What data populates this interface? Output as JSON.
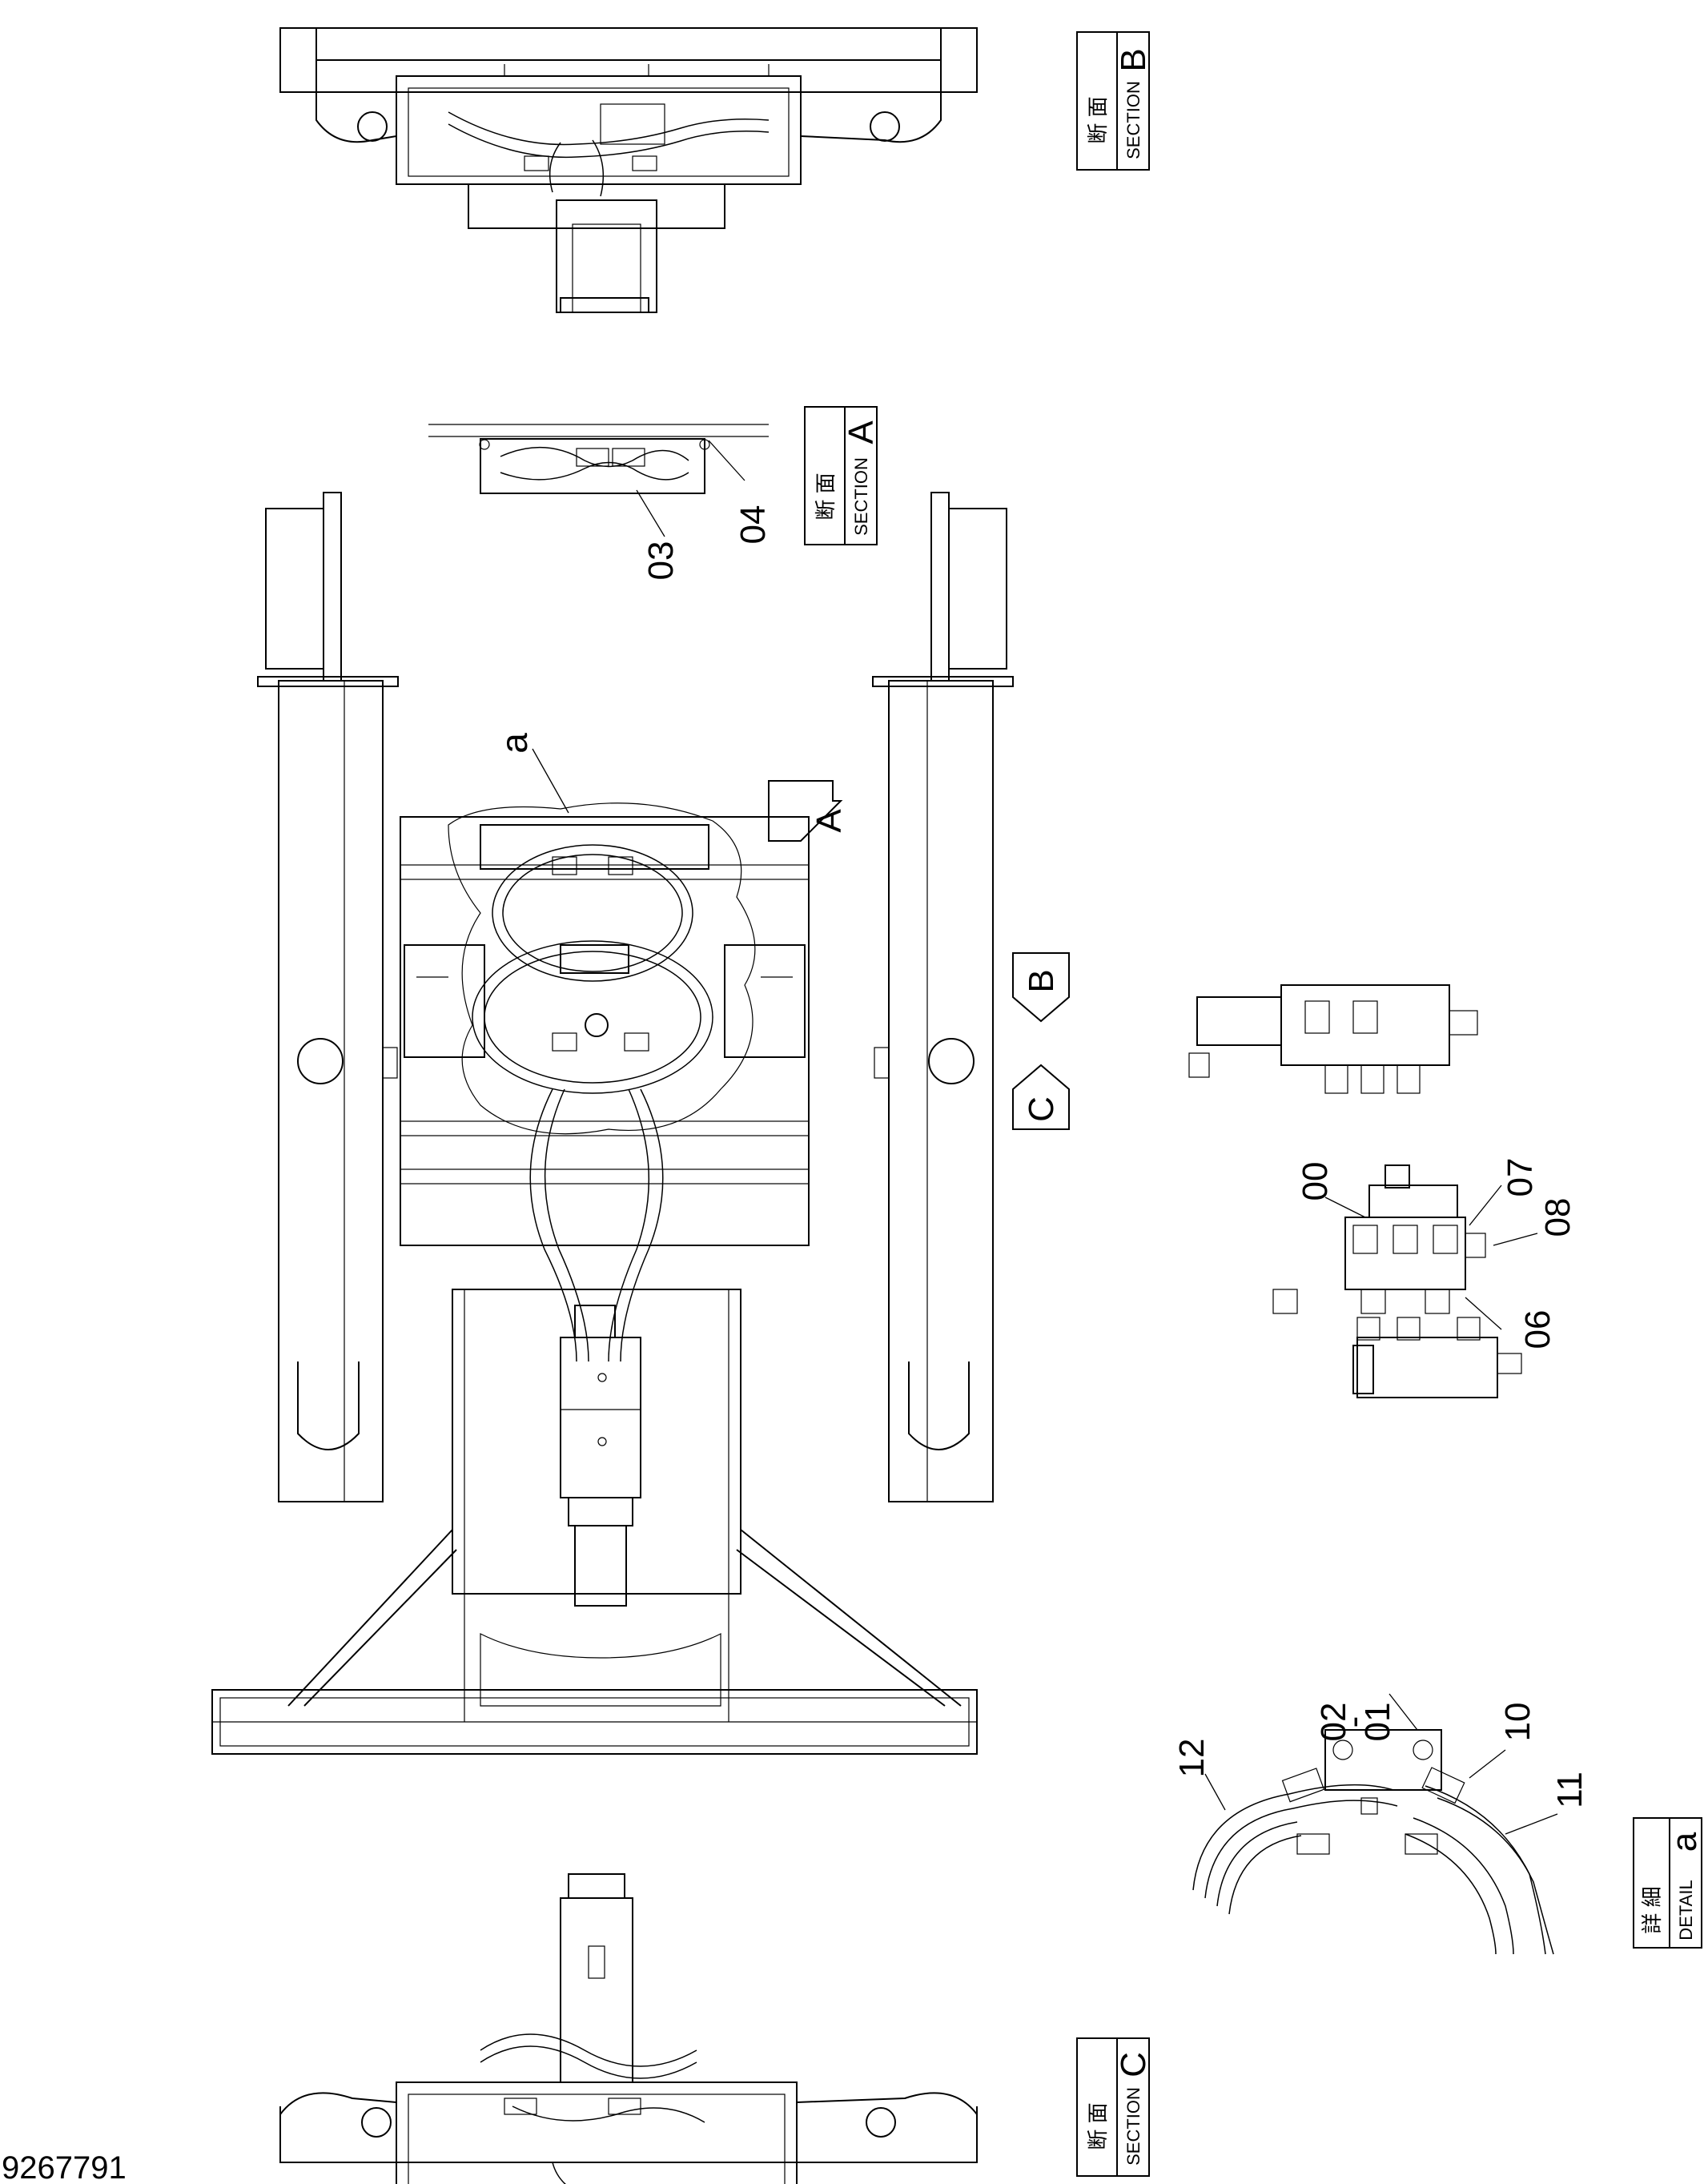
{
  "document_number": "9267791",
  "section_b": {
    "kanji": "断 面",
    "word": "SECTION",
    "letter": "B"
  },
  "section_a": {
    "kanji": "断 面",
    "word": "SECTION",
    "letter": "A"
  },
  "section_c": {
    "kanji": "断 面",
    "word": "SECTION",
    "letter": "C"
  },
  "detail_a": {
    "kanji": "詳 細",
    "word": "DETAIL",
    "letter": "a"
  },
  "view_arrows": {
    "a": "A",
    "b": "B",
    "c": "C"
  },
  "detail_marker": "a",
  "callouts": {
    "p00": "00",
    "p01": "01",
    "p02": "02",
    "p03": "03",
    "p04": "04",
    "p06": "06",
    "p07": "07",
    "p08": "08",
    "p10": "10",
    "p11": "11",
    "p12": "12",
    "dash": "-"
  },
  "colors": {
    "ink": "#000000",
    "paper": "#ffffff"
  }
}
